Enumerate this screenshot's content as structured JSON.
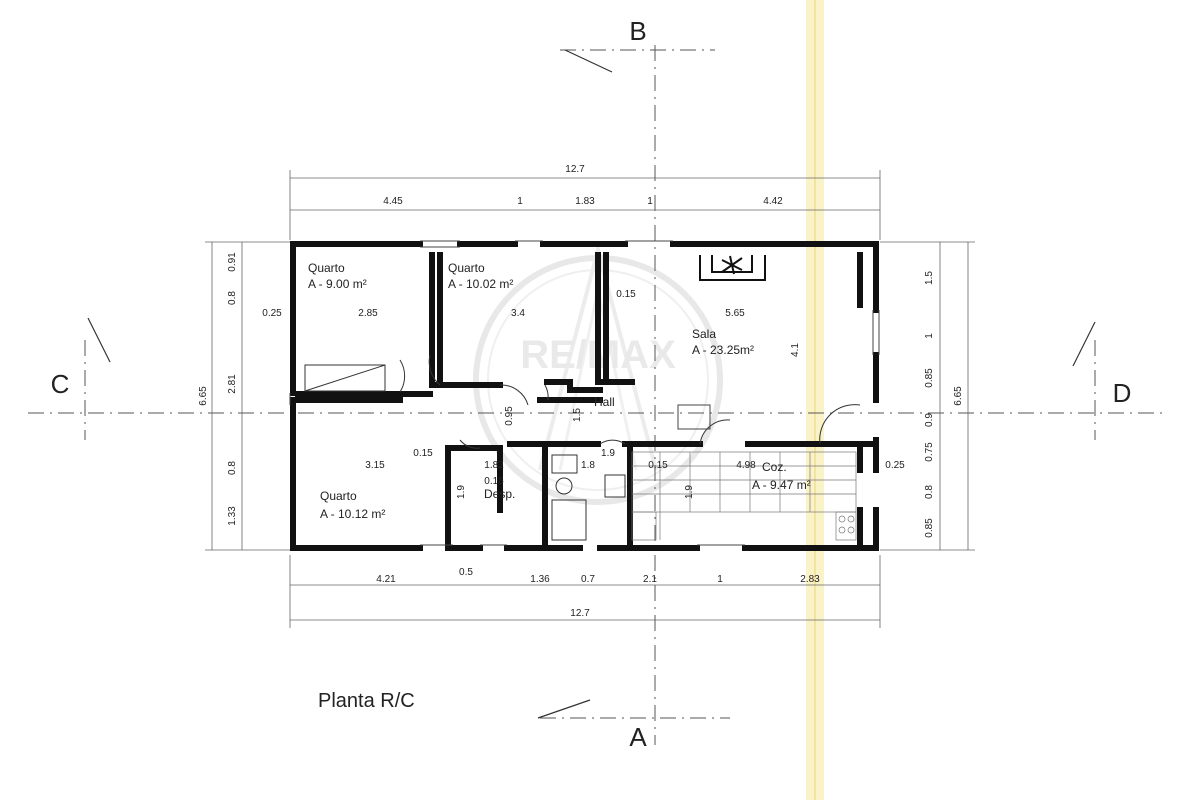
{
  "drawing_title": "Planta R/C",
  "watermark": "RE/MAX",
  "section_markers": {
    "top": "B",
    "bottom": "A",
    "left": "C",
    "right": "D"
  },
  "rooms": {
    "quarto1": {
      "name": "Quarto",
      "area": "A - 9.00 m²"
    },
    "quarto2": {
      "name": "Quarto",
      "area": "A - 10.02 m²"
    },
    "sala": {
      "name": "Sala",
      "area": "A - 23.25m²"
    },
    "hall": {
      "name": "Hall"
    },
    "quarto3": {
      "name": "Quarto",
      "area": "A - 10.12 m²"
    },
    "desp": {
      "name": "Desp."
    },
    "coz": {
      "name": "Coz.",
      "area": "A - 9.47 m²"
    }
  },
  "dimensions": {
    "top_total": "12.7",
    "top_segments": [
      "4.45",
      "1",
      "1.83",
      "1",
      "4.42"
    ],
    "bottom_segments": [
      "4.21",
      "0.5",
      "1.36",
      "0.7",
      "2.1",
      "1",
      "2.83"
    ],
    "bottom_total": "12.7",
    "left_total": "6.65",
    "left_segments": [
      "0.91",
      "0.8",
      "2.81",
      "0.8",
      "1.33"
    ],
    "right_total": "6.65",
    "right_segments": [
      "1.5",
      "1",
      "0.85",
      "0.9",
      "0.75",
      "0.8",
      "0.85"
    ],
    "interior": {
      "d1": "0.25",
      "d2": "2.85",
      "d3": "3.4",
      "d4": "0.15",
      "d5": "5.65",
      "d6": "4.1",
      "d7": "0.95",
      "d8": "1.5",
      "d9": "0.15",
      "d10": "3.15",
      "d11": "1.82",
      "d12": "0.15",
      "d13": "1.9",
      "d14": "1.8",
      "d15": "1.9",
      "d16": "0.15",
      "d17": "4.98",
      "d18": "1.9",
      "d19": "0.25"
    }
  }
}
